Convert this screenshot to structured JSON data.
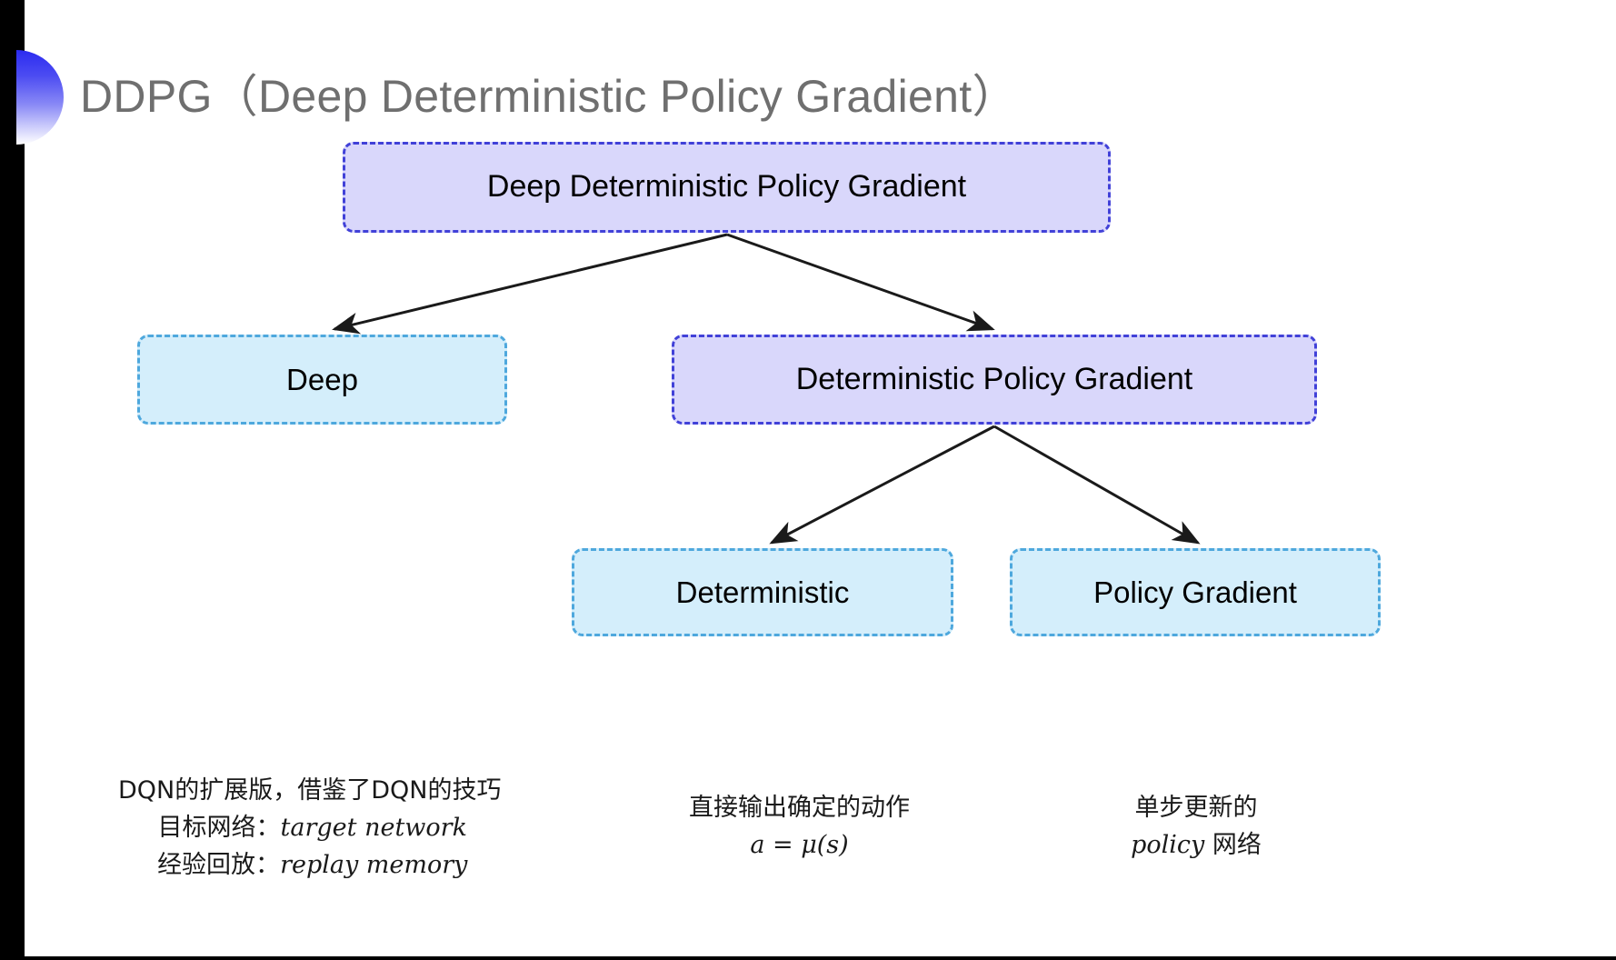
{
  "slide": {
    "title": "DDPG（Deep Deterministic Policy Gradient）",
    "background": "#ffffff"
  },
  "colors": {
    "title_text": "#6f6f6f",
    "bullet_gradient_start": "#2b2bf0",
    "bullet_gradient_end": "#ffffff",
    "purple_fill": "#d9d7fb",
    "purple_border": "#4141d8",
    "blue_fill": "#d4eefb",
    "blue_border": "#4ea8dd",
    "arrow": "#1a1a1a",
    "body_text": "#1a1a1a"
  },
  "diagram": {
    "nodes": [
      {
        "id": "root",
        "label": "Deep Deterministic Policy Gradient",
        "style": "purple",
        "level": 0
      },
      {
        "id": "deep",
        "label": "Deep",
        "style": "blue",
        "level": 1
      },
      {
        "id": "dpg",
        "label": "Deterministic Policy Gradient",
        "style": "purple",
        "level": 1
      },
      {
        "id": "det",
        "label": "Deterministic",
        "style": "blue",
        "level": 2
      },
      {
        "id": "pg",
        "label": "Policy Gradient",
        "style": "blue",
        "level": 2
      }
    ],
    "edges": [
      {
        "from": "root",
        "to": "deep"
      },
      {
        "from": "root",
        "to": "dpg"
      },
      {
        "from": "dpg",
        "to": "det"
      },
      {
        "from": "dpg",
        "to": "pg"
      }
    ]
  },
  "annotations": {
    "deep": {
      "line1": "DQN的扩展版，借鉴了DQN的技巧",
      "line2_label": "目标网络：",
      "line2_term": "target network",
      "line3_label": "经验回放：",
      "line3_term": "replay memory"
    },
    "deterministic": {
      "line1": "直接输出确定的动作",
      "formula": "a = μ(s)"
    },
    "policy_gradient": {
      "line1": "单步更新的",
      "line2_term": "policy",
      "line2_suffix": " 网络"
    }
  }
}
